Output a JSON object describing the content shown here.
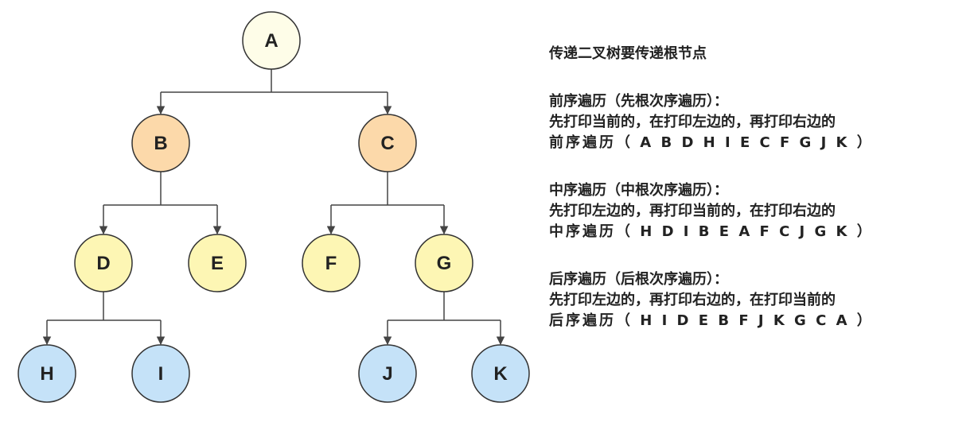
{
  "colors": {
    "root": "#fefde8",
    "level1": "#fcd9aa",
    "level2": "#fdf6b4",
    "level3": "#c5e2f8",
    "stroke": "#333333",
    "edge": "#444444"
  },
  "tree": {
    "nodes": [
      {
        "id": "A",
        "label": "A",
        "level": "root"
      },
      {
        "id": "B",
        "label": "B",
        "level": "level1"
      },
      {
        "id": "C",
        "label": "C",
        "level": "level1"
      },
      {
        "id": "D",
        "label": "D",
        "level": "level2"
      },
      {
        "id": "E",
        "label": "E",
        "level": "level2"
      },
      {
        "id": "F",
        "label": "F",
        "level": "level2"
      },
      {
        "id": "G",
        "label": "G",
        "level": "level2"
      },
      {
        "id": "H",
        "label": "H",
        "level": "level3"
      },
      {
        "id": "I",
        "label": "I",
        "level": "level3"
      },
      {
        "id": "J",
        "label": "J",
        "level": "level3"
      },
      {
        "id": "K",
        "label": "K",
        "level": "level3"
      }
    ],
    "edges": [
      {
        "from": "A",
        "to": [
          "B",
          "C"
        ]
      },
      {
        "from": "B",
        "to": [
          "D",
          "E"
        ]
      },
      {
        "from": "C",
        "to": [
          "F",
          "G"
        ]
      },
      {
        "from": "D",
        "to": [
          "H",
          "I"
        ]
      },
      {
        "from": "G",
        "to": [
          "J",
          "K"
        ]
      }
    ]
  },
  "notes": {
    "heading": "传递二叉树要传递根节点",
    "preorder": {
      "title": "前序遍历（先根次序遍历）：",
      "rule": "先打印当前的，在打印左边的，再打印右边的",
      "result": "前序遍历（ A B D H I E C F G J K ）"
    },
    "inorder": {
      "title": "中序遍历（中根次序遍历）：",
      "rule": "先打印左边的，再打印当前的，在打印右边的",
      "result": "中序遍历（ H D I B E A F C J G K ）"
    },
    "postorder": {
      "title": "后序遍历（后根次序遍历）：",
      "rule": "先打印左边的，再打印右边的，在打印当前的",
      "result": "后序遍历（ H I D E B F J K G C A ）"
    }
  }
}
